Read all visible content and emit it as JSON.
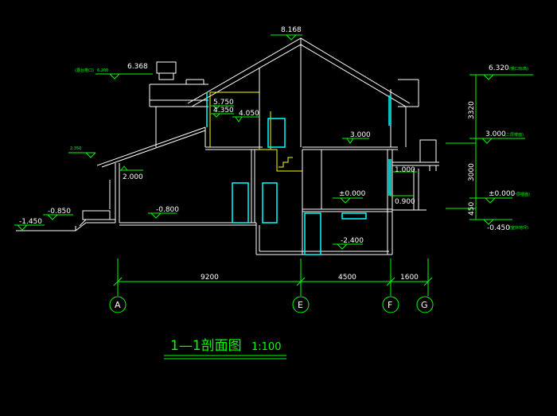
{
  "title": {
    "main": "1—1剖面图",
    "scale": "1:100"
  },
  "elevations": {
    "ridge": "8.168",
    "roof_left": "6.368",
    "roof_left_note": "(露台檐口)",
    "roof_left_sub": "6.200",
    "roof_right": "6.320",
    "roof_right_note": "(檐口标高)",
    "step_a": "5.750",
    "step_b": "4.350",
    "step_c": "4.050",
    "eave_left": "2.350",
    "left_wall": "2.000",
    "second_floor": "3.000",
    "second_floor_r": "3.000",
    "second_floor_r_note": "(二层楼面)",
    "window_r": "1.000",
    "ground": "±0.000",
    "ground_r": "±0.000",
    "ground_r_note": "(一层楼面)",
    "sill_r": "0.900",
    "outdoor_r": "-0.450",
    "outdoor_r_note": "(室外地坪)",
    "basement": "-0.800",
    "garden": "-0.850",
    "outside_left": "-1.450",
    "pit": "-2.400"
  },
  "dimensions": {
    "vertical": [
      "3320",
      "3000",
      "450"
    ],
    "horizontal": [
      "9200",
      "4500",
      "1600"
    ]
  },
  "grid_axes": [
    "A",
    "E",
    "F",
    "G"
  ],
  "colors": {
    "line": "#ffffff",
    "text": "#ffffff",
    "marker": "#00ff00",
    "opening": "#00ffff",
    "stair": "#ffff00"
  }
}
